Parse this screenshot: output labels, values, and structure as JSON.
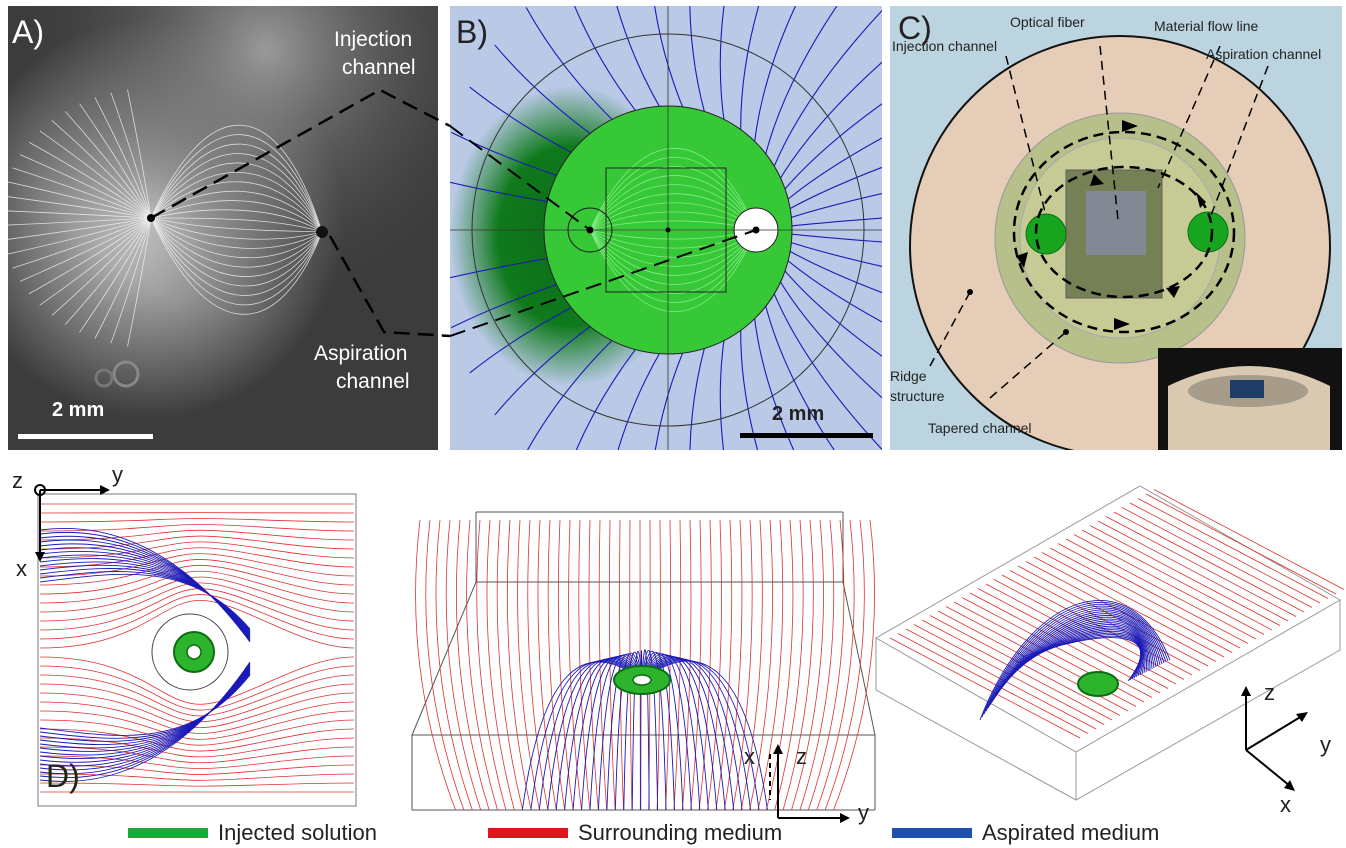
{
  "panelA": {
    "letter": "A)",
    "injection_label": [
      "Injection",
      "channel"
    ],
    "aspiration_label": [
      "Aspiration",
      "channel"
    ],
    "scale": "2 mm"
  },
  "panelB": {
    "letter": "B)",
    "scale": "2 mm"
  },
  "panelC": {
    "letter": "C)",
    "labels": {
      "optical_fiber": "Optical fiber",
      "material_flow": "Material flow line",
      "injection_channel": "Injection channel",
      "aspiration_channel": "Aspiration channel",
      "ridge": [
        "Ridge",
        "structure"
      ],
      "tapered": "Tapered channel"
    }
  },
  "panelD": {
    "letter": "D)",
    "axes_top": {
      "z": "z",
      "y": "y",
      "x": "x"
    },
    "axes_front": {
      "x": "x",
      "z": "z",
      "y": "y"
    },
    "axes_iso": {
      "z": "z",
      "y": "y",
      "x": "x"
    }
  },
  "legend": [
    {
      "label": "Injected solution",
      "color": "#1fa83a"
    },
    {
      "label": "Surrounding medium",
      "color": "#e0141c"
    },
    {
      "label": "Aspirated medium",
      "color": "#1f4fb0"
    }
  ],
  "colors": {
    "stream_blue": "#1a1ab8",
    "stream_red": "#e03030",
    "stream_green": "#3ec83e",
    "panelB_bg": "#b9c9e6",
    "panelC_bg": "#bcd4df",
    "disk": "#e5cdb8"
  }
}
